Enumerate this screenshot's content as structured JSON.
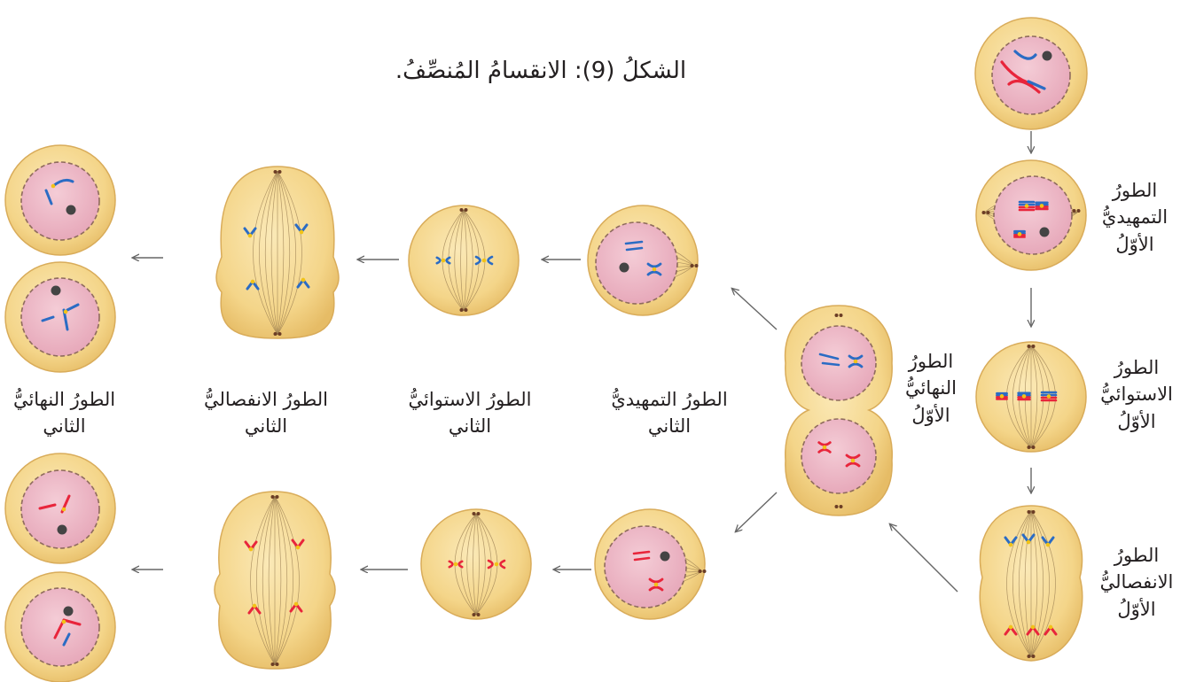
{
  "figure": {
    "caption": "الشكلُ (9): الانقسامُ المُنصِّفُ.",
    "stages": {
      "prophase_1": [
        "الطورُ",
        "التمهيديُّ",
        "الأوّلُ"
      ],
      "metaphase_1": [
        "الطورُ",
        "الاستوائيُّ",
        "الأوّلُ"
      ],
      "anaphase_1": [
        "الطورُ",
        "الانفصاليُّ",
        "الأوّلُ"
      ],
      "telophase_1": [
        "الطورُ",
        "النهائيُّ",
        "الأوّلُ"
      ],
      "prophase_2": [
        "الطورُ التمهيديُّ",
        "الثاني"
      ],
      "metaphase_2": [
        "الطورُ الاستوائيُّ",
        "الثاني"
      ],
      "anaphase_2": [
        "الطورُ الانفصاليُّ",
        "الثاني"
      ],
      "telophase_2": [
        "الطورُ النهائيُّ",
        "الثاني"
      ]
    }
  },
  "colors": {
    "cytoplasm": "#f4d589",
    "cell_edge": "#d9ac5a",
    "nucleus": "#ebb3c2",
    "nuclear_envelope": "#8f6b5d",
    "chromosome_red": "#e8253b",
    "chromosome_blue": "#2b6cc4",
    "centromere": "#f2c316",
    "arrow": "#666666"
  }
}
